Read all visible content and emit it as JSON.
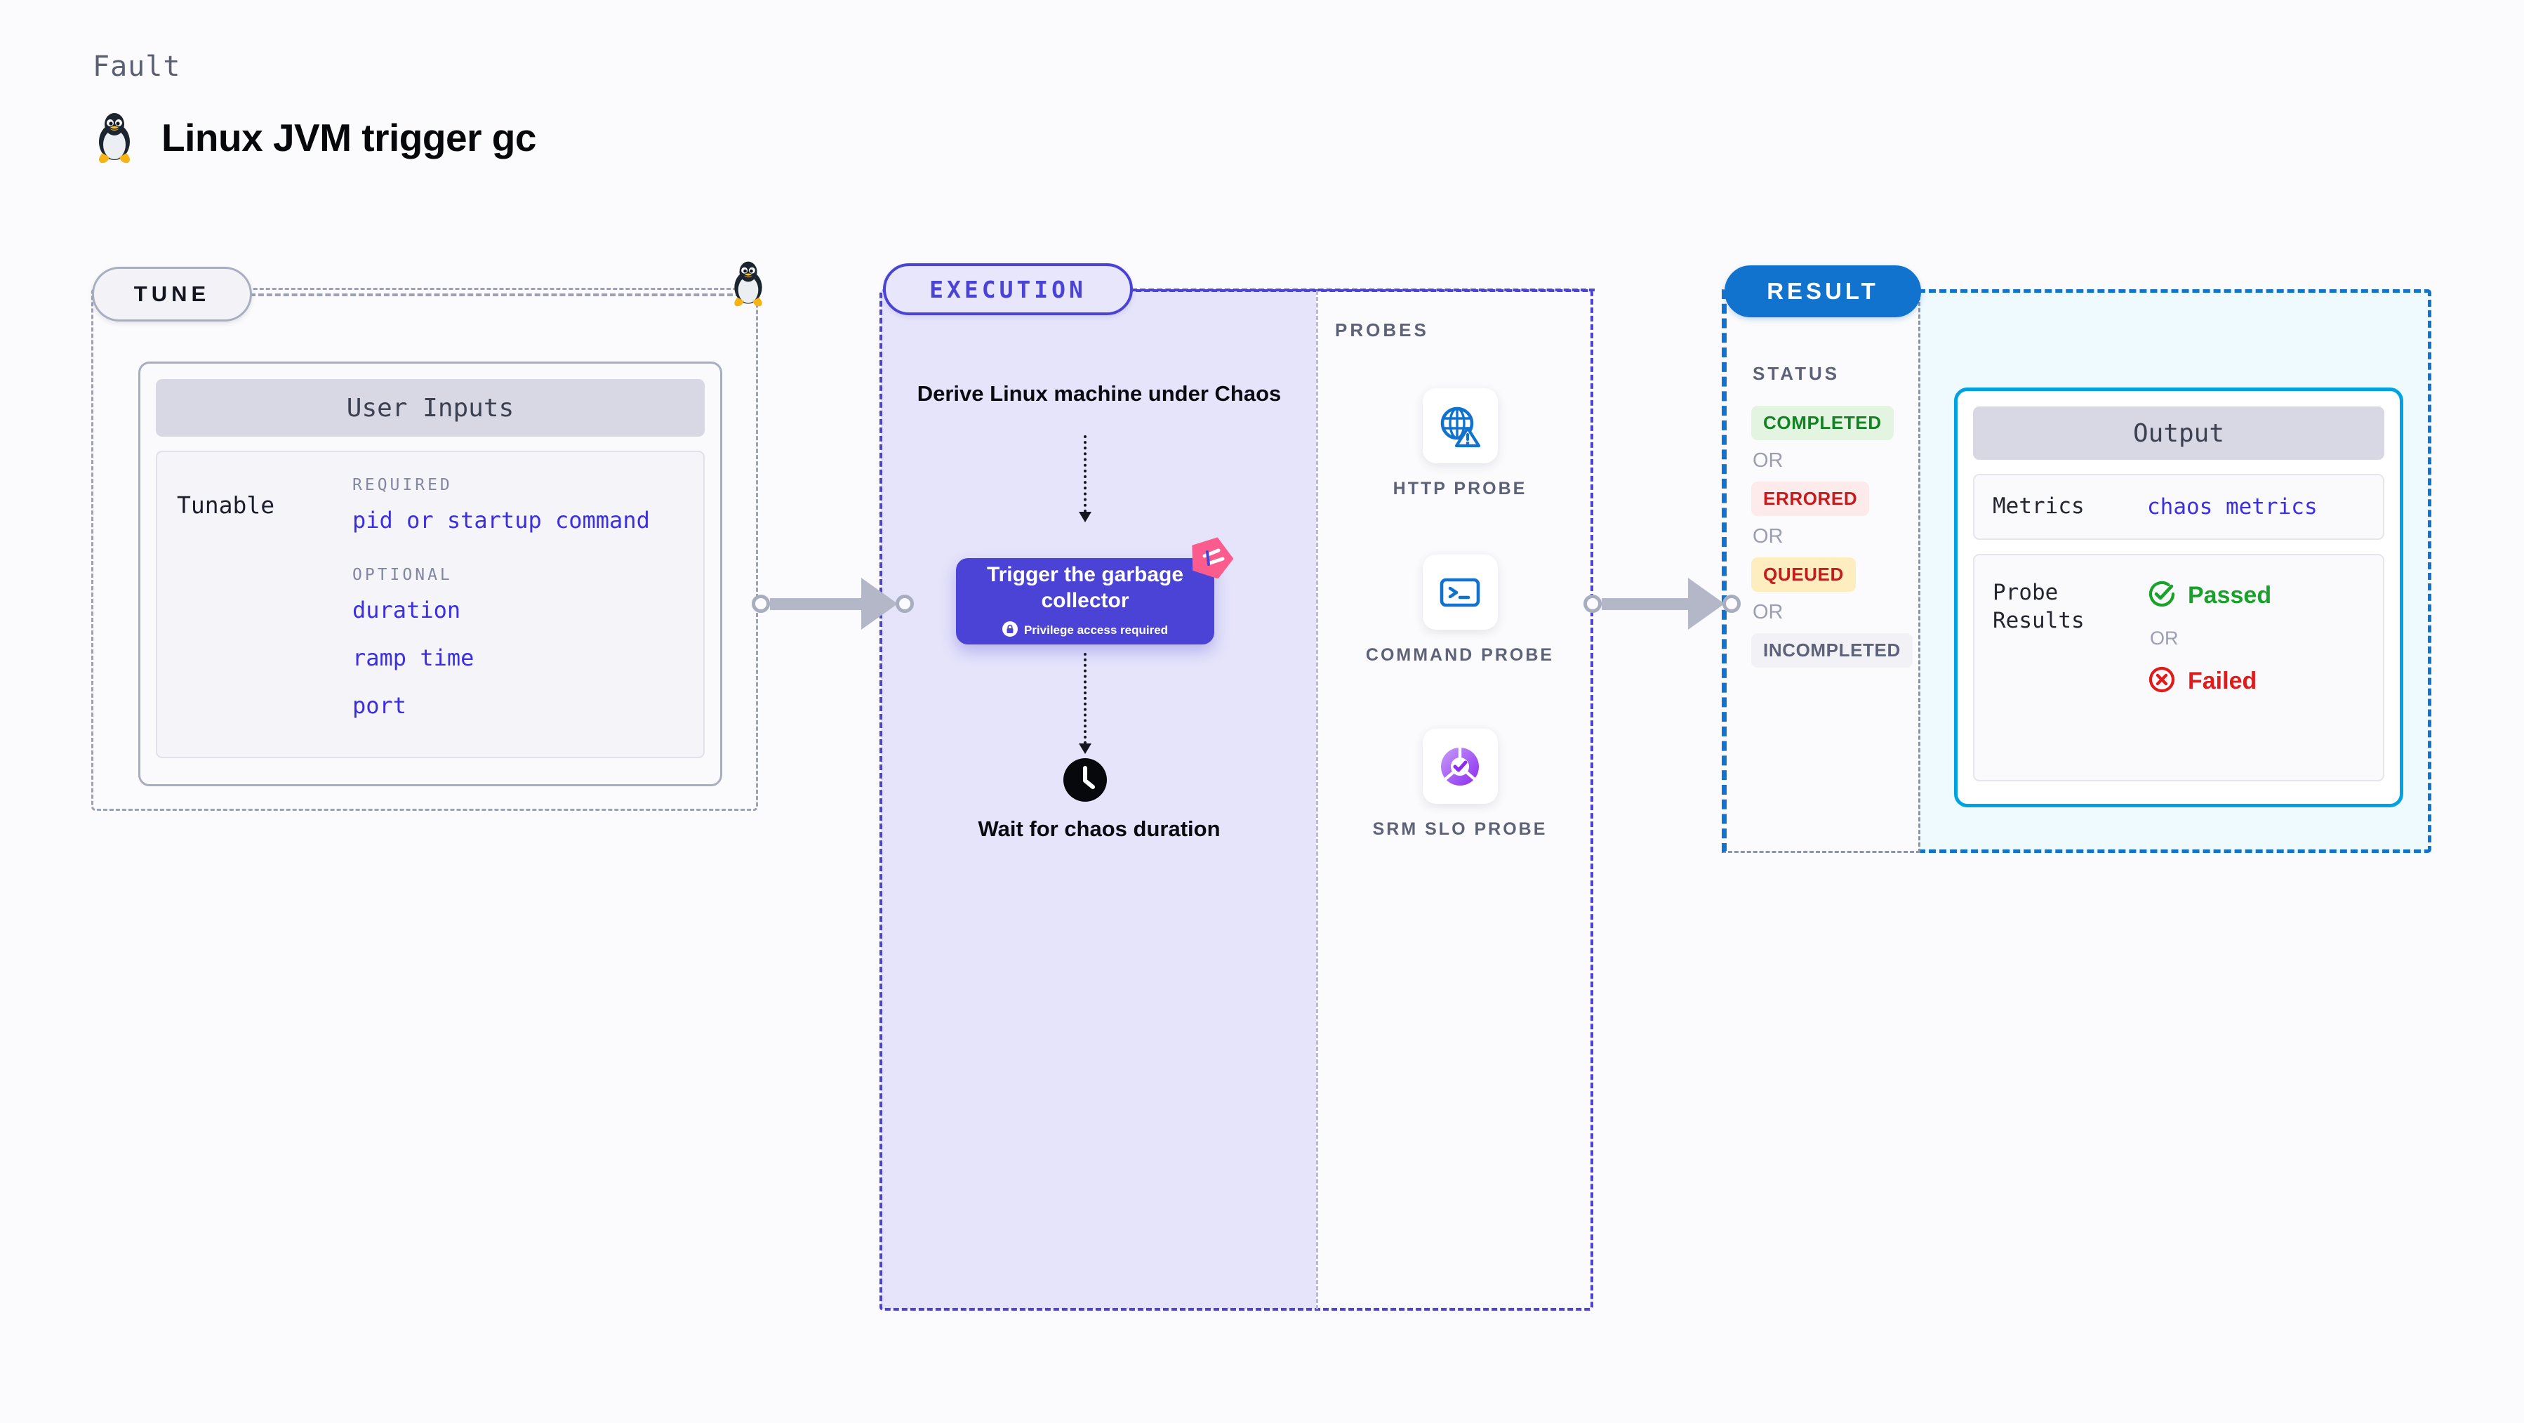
{
  "header": {
    "kicker": "Fault",
    "title": "Linux JVM trigger gc",
    "icon": "tux-penguin-icon"
  },
  "tune": {
    "pill_label": "TUNE",
    "card_title": "User Inputs",
    "row_label": "Tunable",
    "groups": [
      {
        "heading": "REQUIRED",
        "values": [
          "pid or startup command"
        ]
      },
      {
        "heading": "OPTIONAL",
        "values": [
          "duration",
          "ramp time",
          "port"
        ]
      }
    ]
  },
  "execution": {
    "pill_label": "EXECUTION",
    "step_derive": "Derive Linux machine under Chaos",
    "action_title": "Trigger the garbage collector",
    "privilege_note": "Privilege access required",
    "privilege_icon": "lock-icon",
    "badge_icon": "litmus-logo-icon",
    "wait_icon": "clock-icon",
    "step_wait": "Wait for chaos duration"
  },
  "probes": {
    "title": "PROBES",
    "items": [
      {
        "label": "HTTP PROBE",
        "icon": "globe-warning-icon"
      },
      {
        "label": "COMMAND PROBE",
        "icon": "terminal-icon"
      },
      {
        "label": "SRM SLO PROBE",
        "icon": "slo-donut-check-icon"
      }
    ]
  },
  "result": {
    "pill_label": "RESULT",
    "status_label": "STATUS",
    "or_label": "OR",
    "statuses": [
      {
        "label": "COMPLETED",
        "bg": "#e3f5e1",
        "fg": "#128224"
      },
      {
        "label": "ERRORED",
        "bg": "#fdeaea",
        "fg": "#c41c1c"
      },
      {
        "label": "QUEUED",
        "bg": "#fdedbf",
        "fg": "#c41c1c"
      },
      {
        "label": "INCOMPLETED",
        "bg": "#f1f1f6",
        "fg": "#5d6279"
      }
    ],
    "output": {
      "title": "Output",
      "metrics_key": "Metrics",
      "metrics_value": "chaos metrics",
      "probe_results_key": "Probe Results",
      "or_label": "OR",
      "passed_label": "Passed",
      "passed_icon": "check-circle-icon",
      "failed_label": "Failed",
      "failed_icon": "x-circle-icon"
    }
  },
  "colors": {
    "indigo": "#4a43d6",
    "blue": "#1273ce",
    "cyan": "#00a3e0",
    "pink": "#fb5c8d",
    "green": "#18a22c",
    "red": "#e01b1b",
    "gray": "#9ca1b3"
  }
}
